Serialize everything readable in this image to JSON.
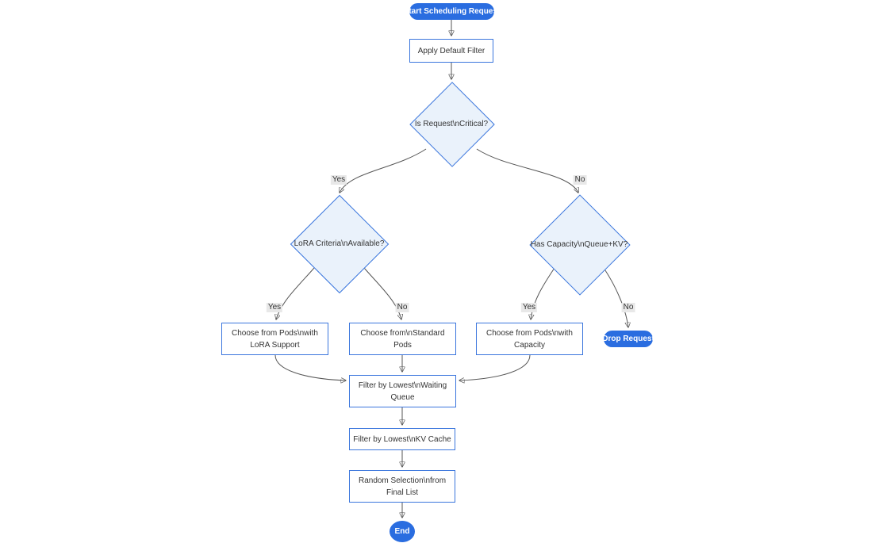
{
  "diagram": {
    "type": "flowchart",
    "direction": "top-down"
  },
  "theme": {
    "pill_fill": "#2a6de0",
    "pill_text": "#ffffff",
    "node_border": "#3b76dd",
    "diamond_fill": "#eaf2fb",
    "rect_fill": "#ffffff",
    "text_color": "#333333",
    "edge_color": "#555555",
    "edge_label_bg": "#e8e8e8"
  },
  "nodes": {
    "start": {
      "label": "Start Scheduling Request"
    },
    "apply_filter": {
      "label": "Apply Default Filter"
    },
    "is_critical": {
      "label": "Is Request\\nCritical?"
    },
    "lora_criteria": {
      "label": "LoRA Criteria\\nAvailable?"
    },
    "has_capacity": {
      "label": "Has Capacity\\nQueue+KV?"
    },
    "pods_lora": {
      "lines": [
        "Choose from Pods\\nwith",
        "LoRA Support"
      ]
    },
    "pods_standard": {
      "lines": [
        "Choose from\\nStandard",
        "Pods"
      ]
    },
    "pods_capacity": {
      "lines": [
        "Choose from Pods\\nwith",
        "Capacity"
      ]
    },
    "drop": {
      "label": "Drop Request"
    },
    "filter_queue": {
      "lines": [
        "Filter by Lowest\\nWaiting",
        "Queue"
      ]
    },
    "filter_kv": {
      "label": "Filter by Lowest\\nKV Cache"
    },
    "random_select": {
      "lines": [
        "Random Selection\\nfrom",
        "Final List"
      ]
    },
    "end": {
      "label": "End"
    }
  },
  "edge_labels": {
    "critical_yes": "Yes",
    "critical_no": "No",
    "lora_yes": "Yes",
    "lora_no": "No",
    "capacity_yes": "Yes",
    "capacity_no": "No"
  }
}
